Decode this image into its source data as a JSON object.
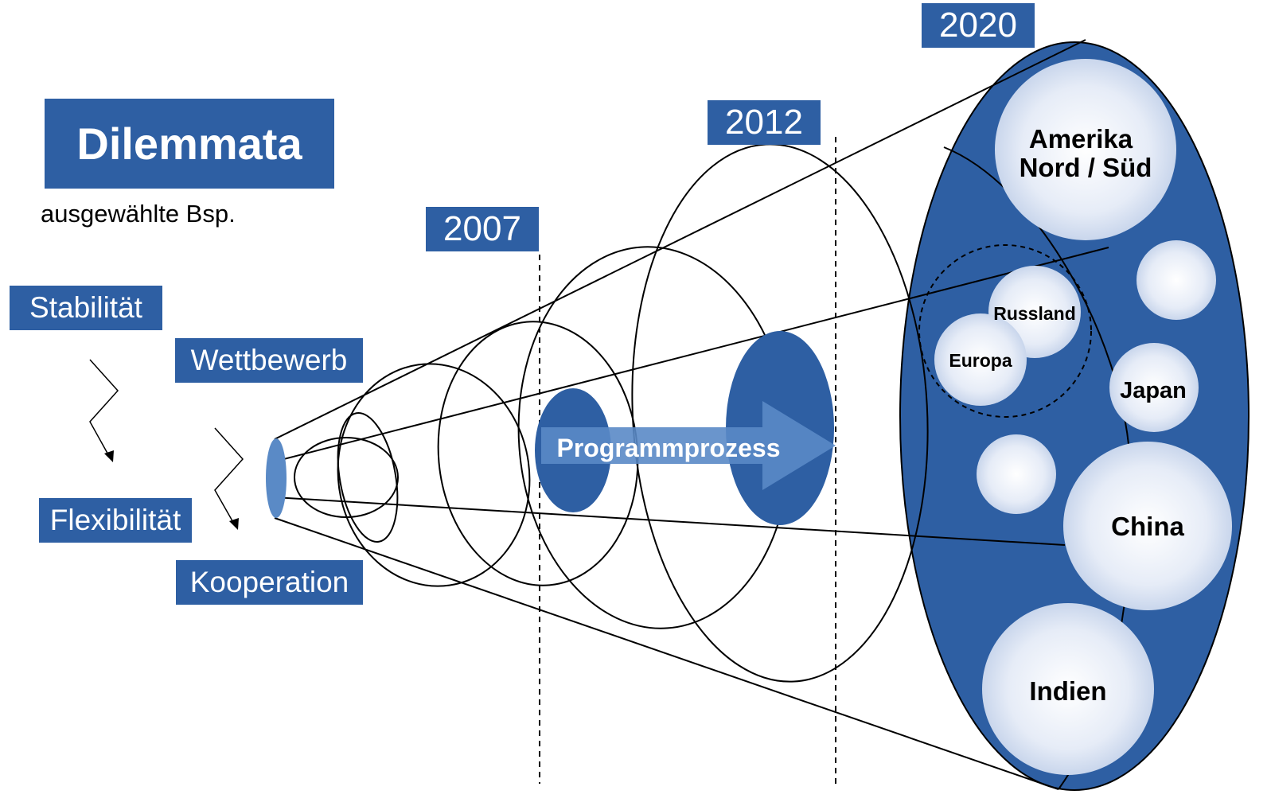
{
  "title": "Dilemmata",
  "subtitle": "ausgewählte Bsp.",
  "years": [
    "2007",
    "2012",
    "2020"
  ],
  "dilemmas": [
    "Stabilität",
    "Wettbewerb",
    "Flexibilität",
    "Kooperation"
  ],
  "arrow_label": "Programmprozess",
  "regions": {
    "amerika_line1": "Amerika",
    "amerika_line2": "Nord / Süd",
    "russland": "Russland",
    "europa": "Europa",
    "japan": "Japan",
    "china": "China",
    "indien": "Indien"
  },
  "colors": {
    "primary_blue": "#2e5fa3",
    "light_blue": "#5a8ac6",
    "circle_fill": "#dfe7f5"
  }
}
